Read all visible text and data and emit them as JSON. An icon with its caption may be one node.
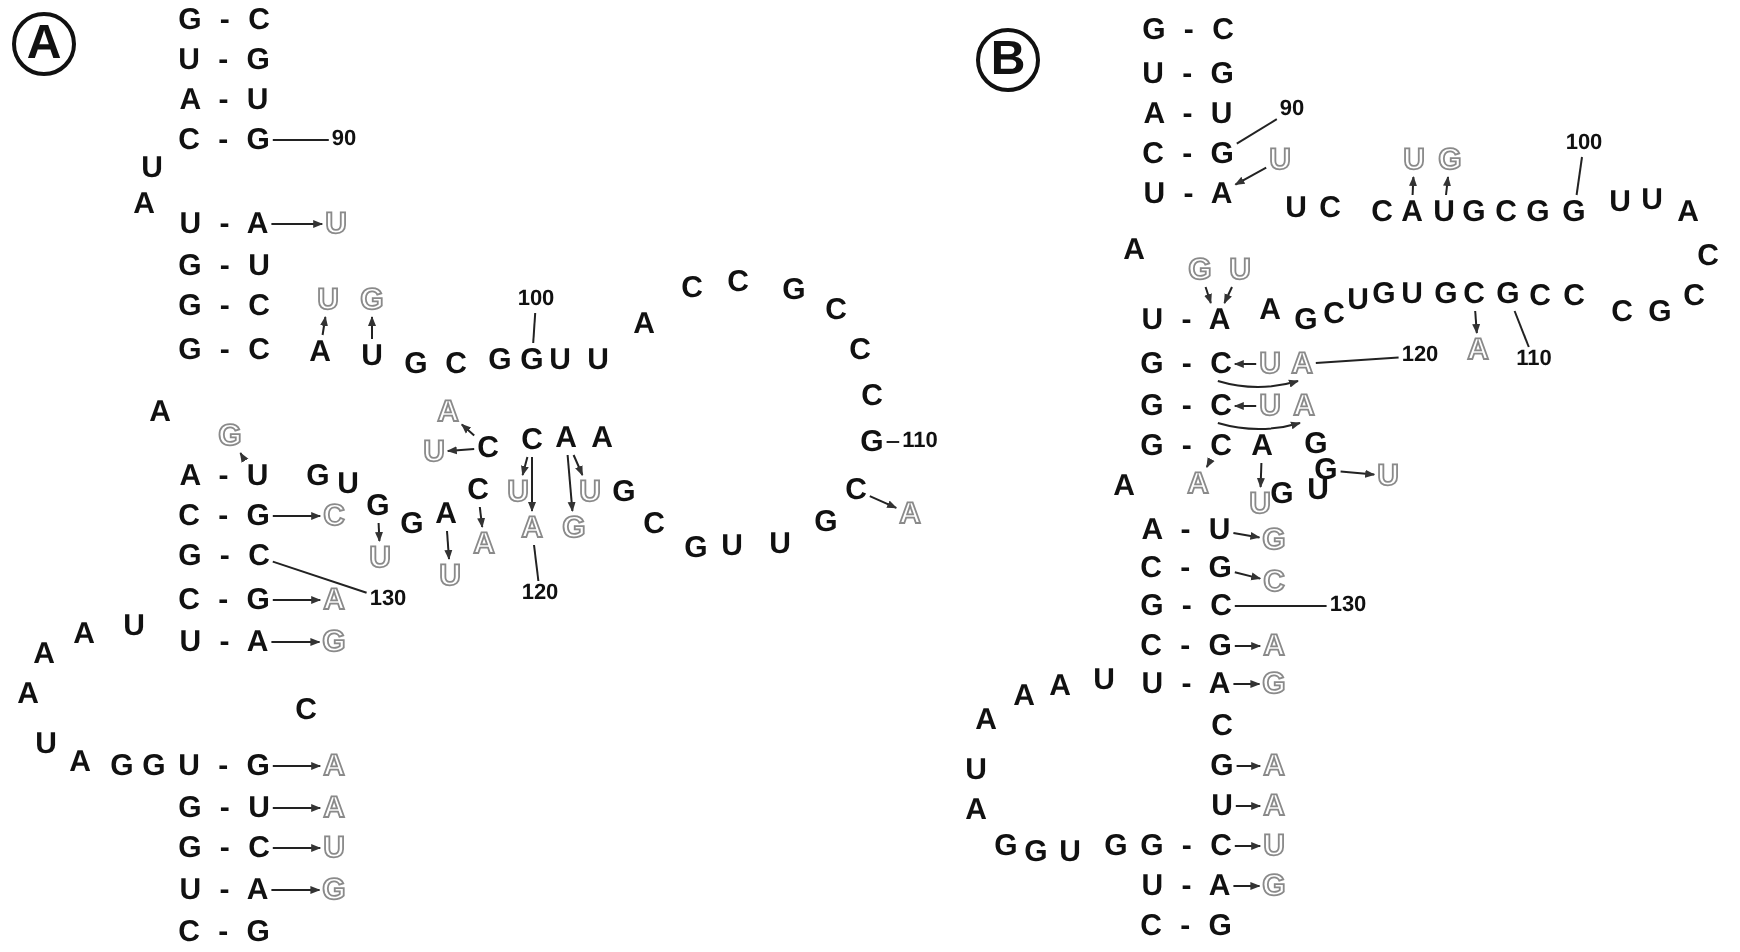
{
  "diagram": {
    "nodes": [
      {
        "text": [
          "A"
        ]
      },
      {
        "text": [
          "C - G"
        ]
      },
      {
        "text": [
          "90"
        ]
      },
      {
        "text": [
          "U - A"
        ]
      },
      {
        "text": [
          "U"
        ]
      },
      {
        "text": [
          "A"
        ]
      },
      {
        "text": [
          "U"
        ]
      },
      {
        "text": [
          "U"
        ]
      },
      {
        "text": [
          "G"
        ]
      },
      {
        "text": [
          "G"
        ]
      },
      {
        "text": [
          "100"
        ]
      },
      {
        "text": [
          "G"
        ]
      },
      {
        "text": [
          "A - U"
        ]
      },
      {
        "text": [
          "C - G"
        ]
      },
      {
        "text": [
          "C"
        ]
      },
      {
        "text": [
          "G"
        ]
      },
      {
        "text": [
          "U"
        ]
      },
      {
        "text": [
          "A"
        ]
      },
      {
        "text": [
          "U"
        ]
      },
      {
        "text": [
          "C"
        ]
      },
      {
        "text": [
          "A"
        ]
      },
      {
        "text": [
          "C"
        ]
      },
      {
        "text": [
          "U"
        ]
      },
      {
        "text": [
          "A"
        ]
      },
      {
        "text": [
          "C"
        ]
      },
      {
        "text": [
          "U"
        ]
      },
      {
        "text": [
          "A"
        ]
      },
      {
        "text": [
          "A"
        ]
      },
      {
        "text": [
          "U"
        ]
      },
      {
        "text": [
          "G"
        ]
      },
      {
        "text": [
          "120"
        ]
      },
      {
        "text": [
          "G"
        ]
      },
      {
        "text": [
          "110"
        ]
      },
      {
        "text": [
          "C"
        ]
      },
      {
        "text": [
          "A"
        ]
      },
      {
        "text": [
          "G - C"
        ]
      },
      {
        "text": [
          "130"
        ]
      },
      {
        "text": [
          "C - G"
        ]
      },
      {
        "text": [
          "A"
        ]
      },
      {
        "text": [
          "U - A"
        ]
      },
      {
        "text": [
          "G"
        ]
      },
      {
        "text": [
          "U - G"
        ]
      },
      {
        "text": [
          "A"
        ]
      },
      {
        "text": [
          "G - U"
        ]
      },
      {
        "text": [
          "A"
        ]
      },
      {
        "text": [
          "G - C"
        ]
      },
      {
        "text": [
          "U"
        ]
      },
      {
        "text": [
          "U - A"
        ]
      },
      {
        "text": [
          "G"
        ]
      },
      {
        "text": [
          "B"
        ]
      },
      {
        "text": [
          "C - G"
        ]
      },
      {
        "text": [
          "90"
        ]
      },
      {
        "text": [
          "U - A"
        ]
      },
      {
        "text": [
          "U"
        ]
      },
      {
        "text": [
          "A"
        ]
      },
      {
        "text": [
          "U"
        ]
      },
      {
        "text": [
          "U"
        ]
      },
      {
        "text": [
          "G"
        ]
      },
      {
        "text": [
          "G"
        ]
      },
      {
        "text": [
          "100"
        ]
      },
      {
        "text": [
          "C"
        ]
      },
      {
        "text": [
          "A"
        ]
      },
      {
        "text": [
          "G"
        ]
      },
      {
        "text": [
          "110"
        ]
      },
      {
        "text": [
          "G"
        ]
      },
      {
        "text": [
          "U"
        ]
      },
      {
        "text": [
          "U - A"
        ]
      },
      {
        "text": [
          "G - C"
        ]
      },
      {
        "text": [
          "U"
        ]
      },
      {
        "text": [
          "A"
        ]
      },
      {
        "text": [
          "120"
        ]
      },
      {
        "text": [
          "G - C"
        ]
      },
      {
        "text": [
          "U"
        ]
      },
      {
        "text": [
          "A"
        ]
      },
      {
        "text": [
          "G - C"
        ]
      },
      {
        "text": [
          "A"
        ]
      },
      {
        "text": [
          "A"
        ]
      },
      {
        "text": [
          "U"
        ]
      },
      {
        "text": [
          "G"
        ]
      },
      {
        "text": [
          "U"
        ]
      },
      {
        "text": [
          "A - U"
        ]
      },
      {
        "text": [
          "G"
        ]
      },
      {
        "text": [
          "C - G"
        ]
      },
      {
        "text": [
          "C"
        ]
      },
      {
        "text": [
          "G - C"
        ]
      },
      {
        "text": [
          "130"
        ]
      },
      {
        "text": [
          "C - G"
        ]
      },
      {
        "text": [
          "A"
        ]
      },
      {
        "text": [
          "U - A"
        ]
      },
      {
        "text": [
          "G"
        ]
      },
      {
        "text": [
          "G"
        ]
      },
      {
        "text": [
          "A"
        ]
      },
      {
        "text": [
          "U"
        ]
      },
      {
        "text": [
          "A"
        ]
      },
      {
        "text": [
          "G - C"
        ]
      },
      {
        "text": [
          "U"
        ]
      },
      {
        "text": [
          "U - A"
        ]
      },
      {
        "text": [
          "G"
        ]
      }
    ],
    "edges": [
      {
        "from": 3,
        "to": 4,
        "arrow": "to"
      },
      {
        "from": 5,
        "to": 6,
        "arrow": "to"
      },
      {
        "from": 7,
        "to": 8,
        "arrow": "to"
      },
      {
        "from": 12,
        "to": 11,
        "arrow": "to"
      },
      {
        "from": 13,
        "to": 14,
        "arrow": "to"
      },
      {
        "from": 15,
        "to": 16,
        "arrow": "to"
      },
      {
        "from": 17,
        "to": 18,
        "arrow": "to"
      },
      {
        "from": 19,
        "to": 20,
        "arrow": "to"
      },
      {
        "from": 21,
        "to": 22,
        "arrow": "to"
      },
      {
        "from": 21,
        "to": 23,
        "arrow": "to"
      },
      {
        "from": 24,
        "to": 25,
        "arrow": "to"
      },
      {
        "from": 24,
        "to": 26,
        "arrow": "to"
      },
      {
        "from": 27,
        "to": 28,
        "arrow": "to"
      },
      {
        "from": 27,
        "to": 29,
        "arrow": "to"
      },
      {
        "from": 33,
        "to": 34,
        "arrow": "to"
      },
      {
        "from": 37,
        "to": 38,
        "arrow": "to"
      },
      {
        "from": 39,
        "to": 40,
        "arrow": "to"
      },
      {
        "from": 41,
        "to": 42,
        "arrow": "to"
      },
      {
        "from": 43,
        "to": 44,
        "arrow": "to"
      },
      {
        "from": 45,
        "to": 46,
        "arrow": "to"
      },
      {
        "from": 47,
        "to": 48,
        "arrow": "to"
      },
      {
        "from": 2,
        "to": 1,
        "arrow": "none"
      },
      {
        "from": 10,
        "to": 9,
        "arrow": "none"
      },
      {
        "from": 30,
        "to": 26,
        "arrow": "none"
      },
      {
        "from": 32,
        "to": 31,
        "arrow": "none"
      },
      {
        "from": 36,
        "to": 35,
        "arrow": "none"
      },
      {
        "from": 53,
        "to": 52,
        "arrow": "to"
      },
      {
        "from": 54,
        "to": 55,
        "arrow": "to"
      },
      {
        "from": 56,
        "to": 57,
        "arrow": "to"
      },
      {
        "from": 60,
        "to": 61,
        "arrow": "to"
      },
      {
        "from": 64,
        "to": 66,
        "arrow": "to"
      },
      {
        "from": 65,
        "to": 66,
        "arrow": "to"
      },
      {
        "from": 68,
        "to": 67,
        "arrow": "to"
      },
      {
        "from": 67,
        "to": 69,
        "arrow": "to"
      },
      {
        "from": 72,
        "to": 71,
        "arrow": "to"
      },
      {
        "from": 71,
        "to": 73,
        "arrow": "to"
      },
      {
        "from": 74,
        "to": 75,
        "arrow": "to"
      },
      {
        "from": 76,
        "to": 77,
        "arrow": "to"
      },
      {
        "from": 78,
        "to": 79,
        "arrow": "to"
      },
      {
        "from": 80,
        "to": 81,
        "arrow": "to"
      },
      {
        "from": 82,
        "to": 83,
        "arrow": "to"
      },
      {
        "from": 86,
        "to": 87,
        "arrow": "to"
      },
      {
        "from": 88,
        "to": 89,
        "arrow": "to"
      },
      {
        "from": 90,
        "to": 91,
        "arrow": "to"
      },
      {
        "from": 92,
        "to": 93,
        "arrow": "to"
      },
      {
        "from": 94,
        "to": 95,
        "arrow": "to"
      },
      {
        "from": 96,
        "to": 97,
        "arrow": "to"
      },
      {
        "from": 51,
        "to": 50,
        "arrow": "none"
      },
      {
        "from": 59,
        "to": 58,
        "arrow": "none"
      },
      {
        "from": 63,
        "to": 62,
        "arrow": "none"
      },
      {
        "from": 70,
        "to": 69,
        "arrow": "none"
      },
      {
        "from": 85,
        "to": 84,
        "arrow": "none"
      }
    ],
    "labels": [
      "G - C",
      "U - G",
      "A - U",
      "U",
      "A",
      "G - U",
      "G - C",
      "G - C",
      "G",
      "C",
      "G",
      "U",
      "U",
      "A",
      "C",
      "C",
      "G",
      "C",
      "C",
      "C",
      "A",
      "A",
      "G",
      "C",
      "G",
      "U",
      "U",
      "G",
      "G",
      "U",
      "G",
      "A",
      "U",
      "A",
      "A",
      "U",
      "A",
      "G",
      "G",
      "C",
      "C - G",
      "G - C",
      "U - G",
      "A - U",
      "U",
      "C",
      "C",
      "G",
      "C",
      "G",
      "U",
      "U",
      "A",
      "C",
      "C",
      "G",
      "C",
      "C",
      "C",
      "G",
      "U",
      "G",
      "U",
      "C",
      "G",
      "A",
      "A",
      "G",
      "A",
      "G",
      "U",
      "U",
      "A",
      "A",
      "A",
      "U",
      "A",
      "G",
      "G",
      "U",
      "G",
      "C",
      "C - G"
    ]
  }
}
